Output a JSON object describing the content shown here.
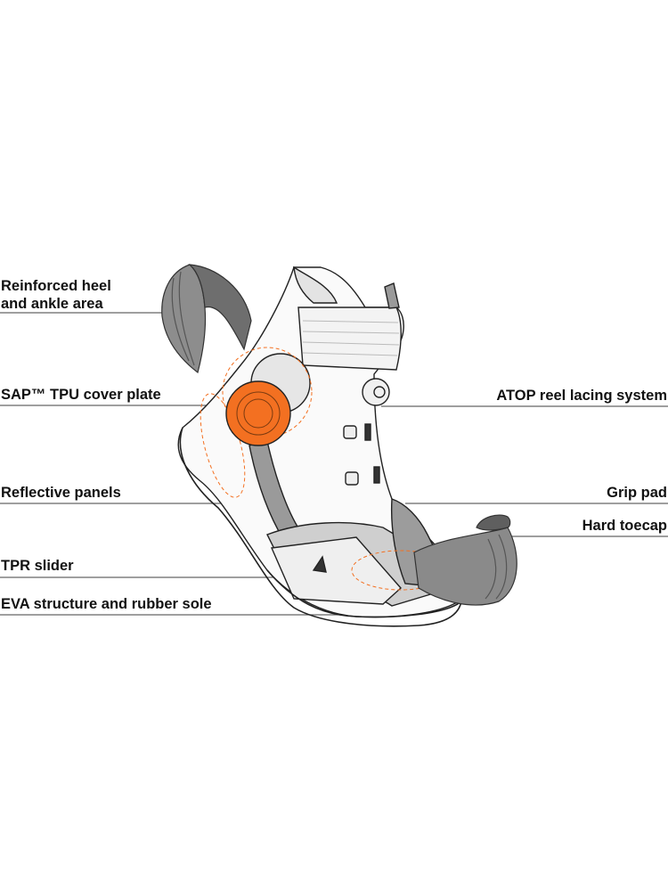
{
  "labels": {
    "heel_line1": "Reinforced heel",
    "heel_line2": "and ankle area",
    "sap": "SAP™ TPU cover plate",
    "atop": "ATOP reel lacing system",
    "reflective": "Reflective panels",
    "grip": "Grip pad",
    "toecap": "Hard toecap",
    "tpr": "TPR slider",
    "eva": "EVA structure and rubber sole"
  },
  "colors": {
    "accent": "#f37021",
    "panel_gray": "#8a8a8a",
    "dark_gray": "#6b6b6b",
    "line": "#222222"
  }
}
